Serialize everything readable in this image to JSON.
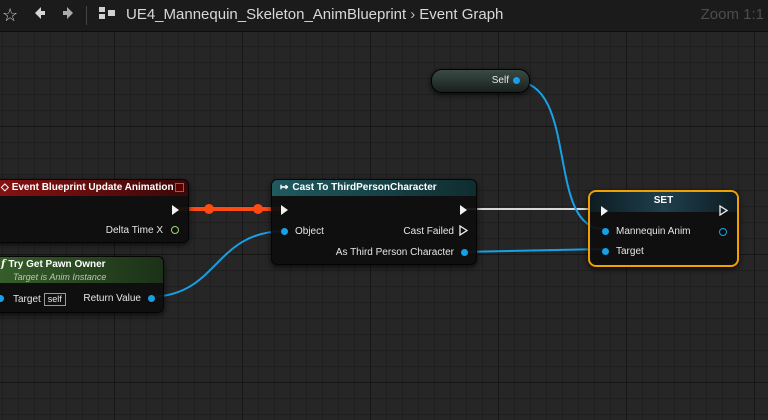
{
  "toolbar": {
    "breadcrumb_blueprint": "UE4_Mannequin_Skeleton_AnimBlueprint",
    "breadcrumb_graph": "Event Graph",
    "zoom_label": "Zoom 1:1"
  },
  "nodes": {
    "event_update": {
      "title": "Event Blueprint Update Animation",
      "pin_delta": "Delta Time X"
    },
    "try_get_pawn": {
      "title": "Try Get Pawn Owner",
      "subtitle": "Target is Anim Instance",
      "pin_target": "Target",
      "pin_target_default": "self",
      "pin_return": "Return Value"
    },
    "self_node": {
      "label": "Self"
    },
    "cast": {
      "title": "Cast To ThirdPersonCharacter",
      "pin_object": "Object",
      "pin_failed": "Cast Failed",
      "pin_as": "As Third Person Character"
    },
    "set": {
      "title": "SET",
      "pin_var": "Mannequin Anim",
      "pin_target": "Target"
    }
  },
  "colors": {
    "event_header": "#8a1212",
    "function_header": "#37612a",
    "cast_header": "#1f5a5f",
    "object_pin": "#18a0e6",
    "float_pin": "#9dd86a",
    "selected_border": "#f0a000"
  }
}
